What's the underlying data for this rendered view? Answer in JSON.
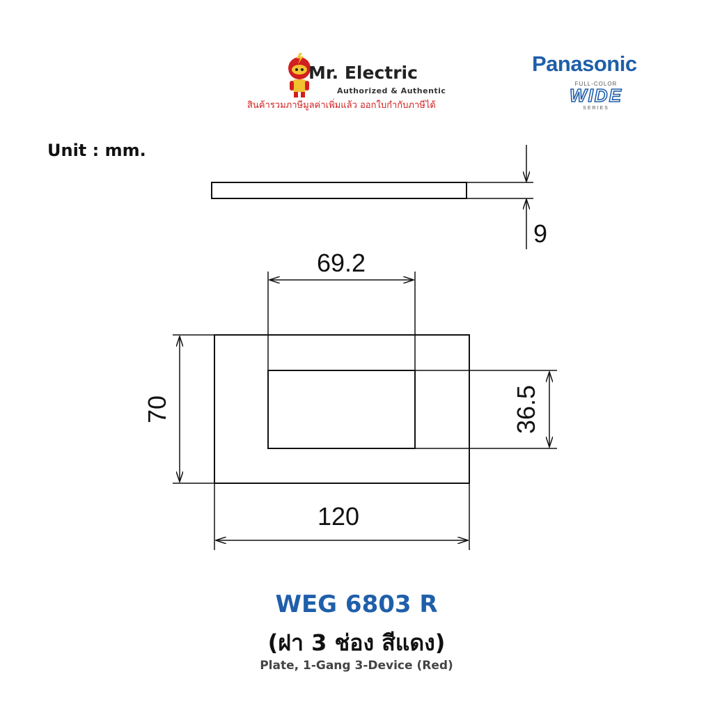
{
  "header": {
    "dealer": {
      "name": "Mr. Electric",
      "tagline": "Authorized & Authentic",
      "thai_note": "สินค้ารวมภาษีมูลค่าเพิ่มแล้ว ออกใบกำกับภาษีได้",
      "logo_icon": "mascot-logo-icon",
      "accent_color": "#d21f1f"
    },
    "brand": {
      "name": "Panasonic",
      "series_top": "FULL-COLOR",
      "series_main": "WIDE",
      "series_bottom": "SERIES",
      "brand_color": "#1f5faa"
    }
  },
  "unit_label": "Unit : mm.",
  "dimensions": {
    "thickness": "9",
    "opening_width": "69.2",
    "plate_height": "70",
    "opening_height": "36.5",
    "plate_width": "120"
  },
  "product": {
    "code": "WEG 6803 R",
    "thai_name": "(ฝา 3 ช่อง สีแดง)",
    "english_name": "Plate, 1-Gang 3-Device (Red)"
  }
}
